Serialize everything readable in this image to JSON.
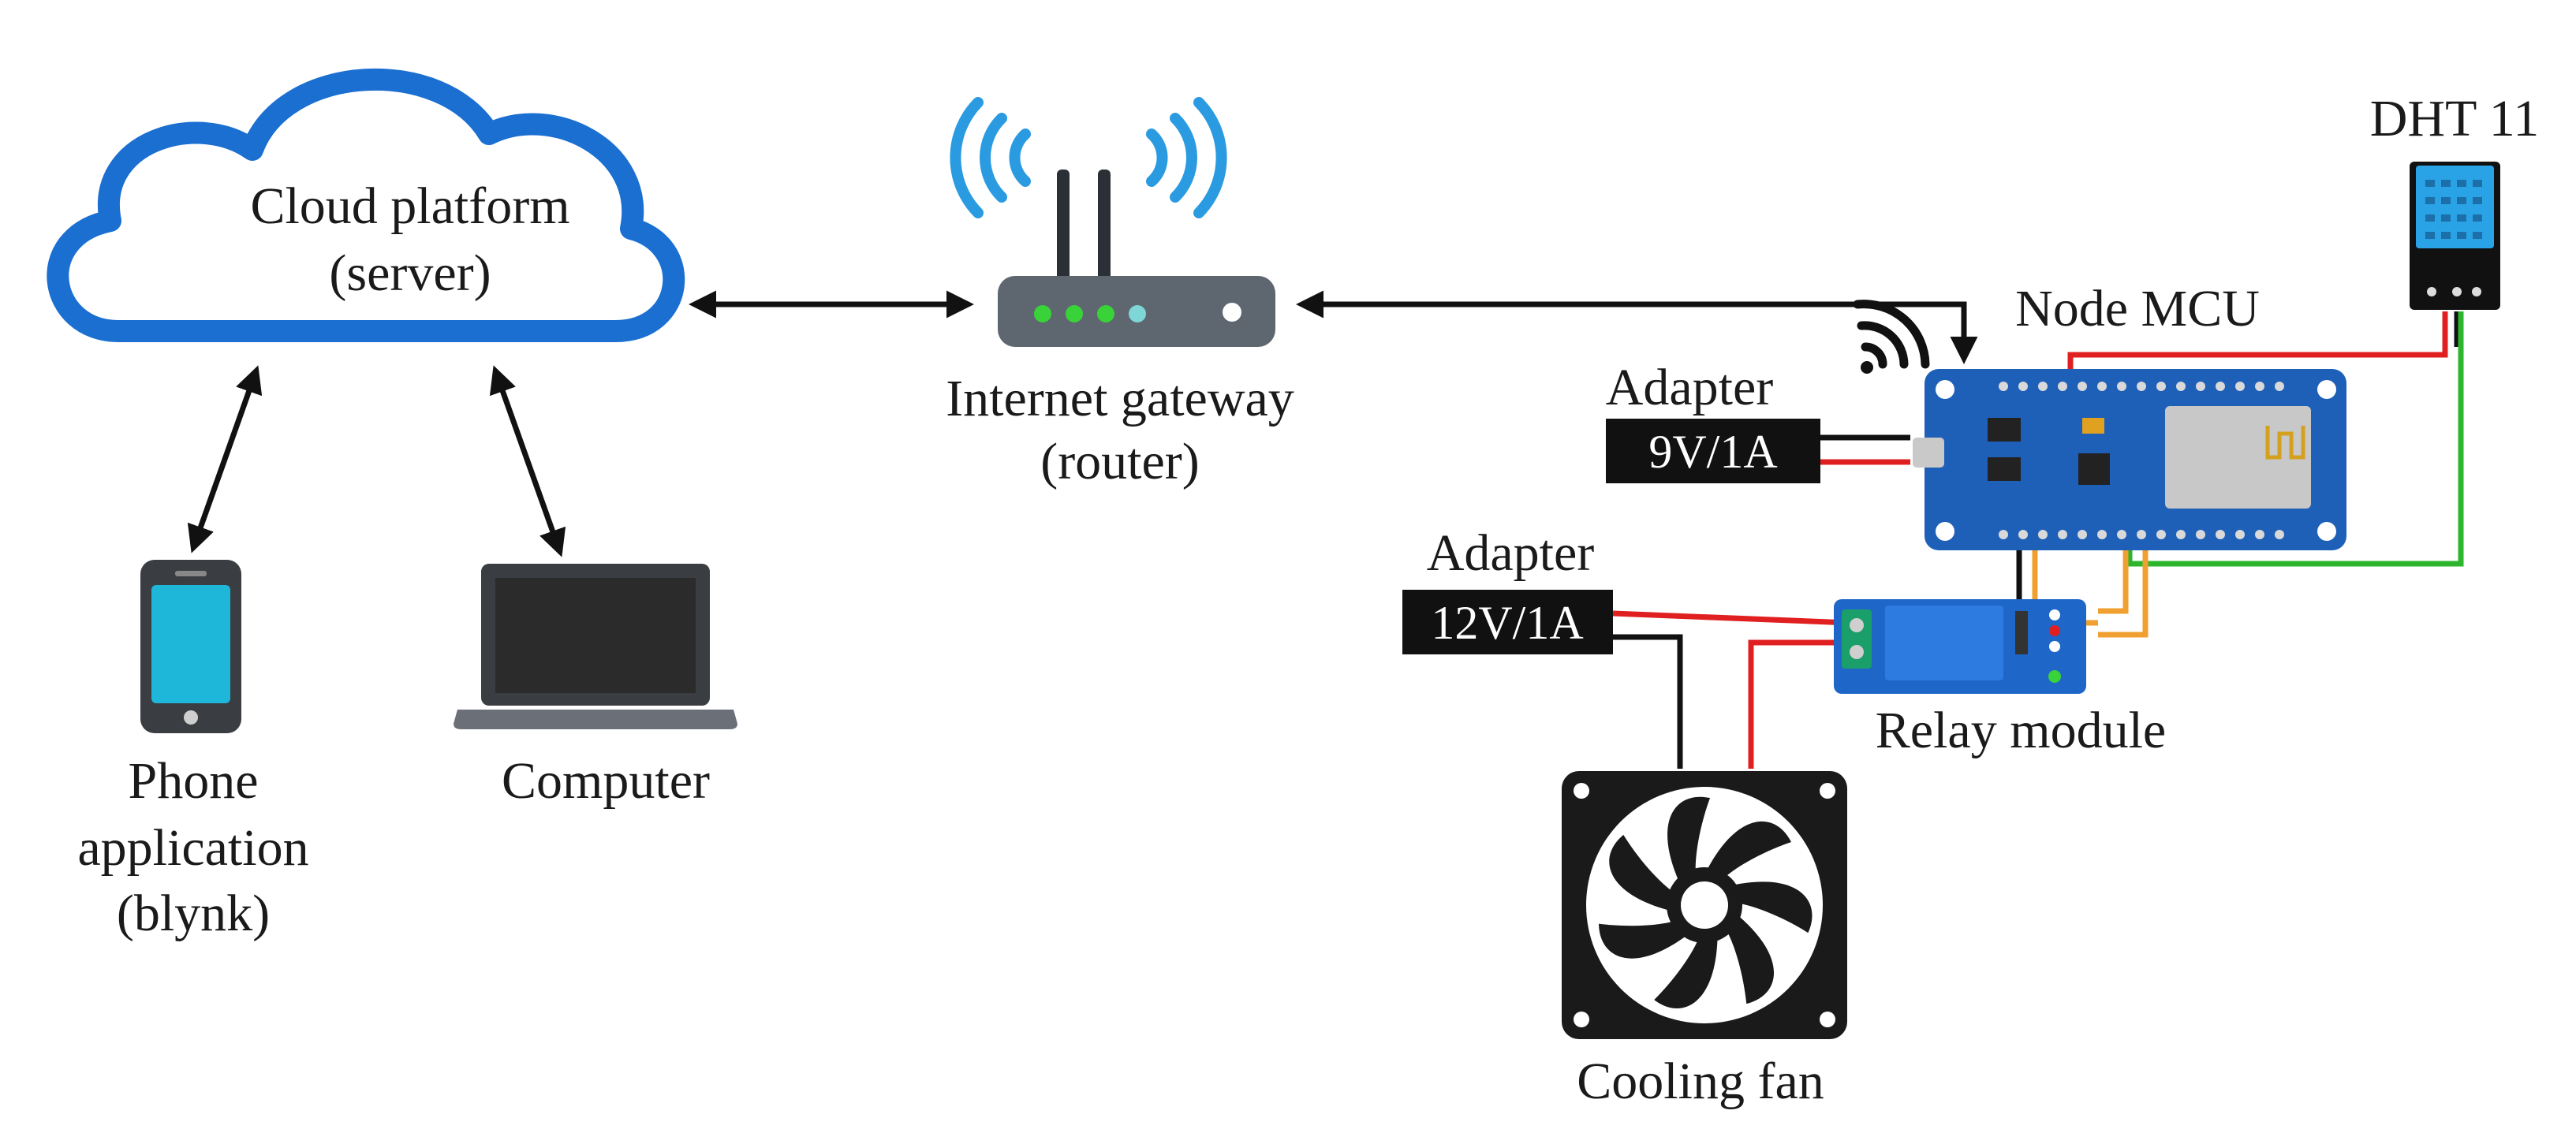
{
  "nodes": {
    "cloud": {
      "line1": "Cloud platform",
      "line2": "(server)",
      "icon": "cloud-icon",
      "color": "#1a6fd1"
    },
    "router": {
      "line1": "Internet gateway",
      "line2": "(router)",
      "icon": "router-icon",
      "wifi_color": "#2a9be0"
    },
    "phone": {
      "line1": "Phone",
      "line2": "application",
      "line3": "(blynk)",
      "icon": "smartphone-icon",
      "screen_color": "#1fb7d9"
    },
    "computer": {
      "label": "Computer",
      "icon": "laptop-icon"
    },
    "dht": {
      "label": "DHT 11",
      "icon": "dht11-sensor-icon",
      "color": "#2aa3e6"
    },
    "mcu": {
      "label": "Node MCU",
      "icon": "nodemcu-board-icon",
      "board_color": "#1e5fb8"
    },
    "adapter9": {
      "title": "Adapter",
      "rating": "9V/1A"
    },
    "adapter12": {
      "title": "Adapter",
      "rating": "12V/1A"
    },
    "relay": {
      "label": "Relay module",
      "icon": "relay-module-icon",
      "board_color": "#1e66c8"
    },
    "fan": {
      "label": "Cooling fan",
      "icon": "cooling-fan-icon"
    }
  },
  "wire_colors": {
    "positive": "#e02020",
    "ground": "#111111",
    "data": "#2db52d",
    "signal": "#f0a030"
  }
}
